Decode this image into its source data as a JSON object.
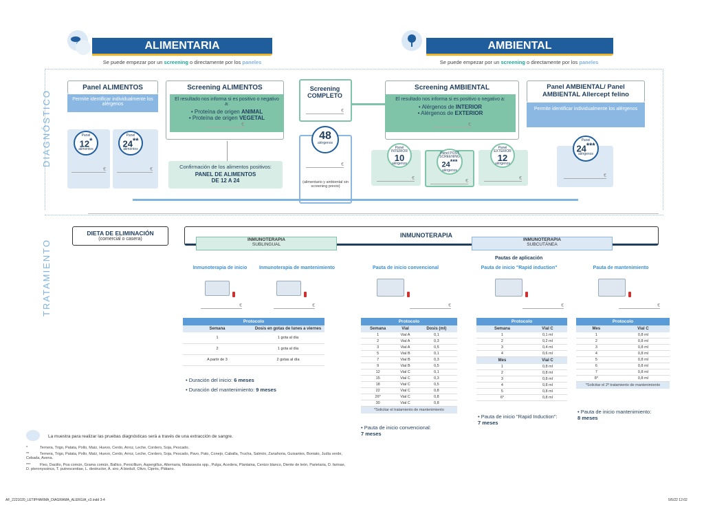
{
  "alimentaria": {
    "title": "ALIMENTARIA",
    "subtitle_pre": "Se puede empezar por un",
    "subtitle_k1": "screening",
    "subtitle_mid": "o directamente por los",
    "subtitle_k2": "paneles"
  },
  "ambiental": {
    "title": "AMBIENTAL",
    "subtitle_pre": "Se puede empezar por un",
    "subtitle_k1": "screening",
    "subtitle_mid": "o directamente por los",
    "subtitle_k2": "paneles"
  },
  "side_diag": "DIAGNÓSTICO",
  "side_trat": "TRATAMIENTO",
  "panel_alimentos": {
    "title": "Panel ALIMENTOS",
    "desc": "Permite identificar individualmente los alérgenos",
    "c1_pre": "Panel",
    "c1_num": "12",
    "c1_sup": "*",
    "c1_sub": "alimentos",
    "c2_pre": "Panel",
    "c2_num": "24",
    "c2_sup": "**",
    "c2_sub": "alimentos",
    "price": "€"
  },
  "screening_alimentos": {
    "title": "Screening ALIMENTOS",
    "text": "El resultado nos informa si es positivo o negativo a:",
    "b1_pre": "• Proteína de origen",
    "b1": "ANIMAL",
    "b2_pre": "• Proteína de origen",
    "b2": "VEGETAL",
    "price": "€",
    "confirm": "Confirmación de los alimentos positivos:",
    "confirm_b": "PANEL DE ALIMENTOS DE 12 A 24"
  },
  "screening_completo": {
    "title": "Screening COMPLETO",
    "price": "€",
    "c_num": "48",
    "c_sub": "alérgenos",
    "price2": "€",
    "note": "(alimentario y ambiental sin screening previo)"
  },
  "screening_ambiental": {
    "title": "Screening AMBIENTAL",
    "text": "El resultado nos informa si es positivo o negativo a:",
    "b1_pre": "• Alérgenos de",
    "b1": "INTERIOR",
    "b2_pre": "• Alérgenos de",
    "b2": "EXTERIOR",
    "price": "€",
    "int_pre": "Panel INTERIOR",
    "int_num": "10",
    "int_sub": "alérgenos",
    "post_pre": "Panel POST SCREENING",
    "post_num": "24",
    "post_sup": "***",
    "post_sub": "alérgenos",
    "ext_pre": "Panel EXTERIOR",
    "ext_num": "12",
    "ext_sub": "alérgenos"
  },
  "panel_ambiental": {
    "title": "Panel AMBIENTAL/ Panel AMBIENTAL Allercept felino",
    "desc": "Permite identificar individualmente los alérgenos",
    "c_pre": "Panel",
    "c_num": "24",
    "c_sup": "***",
    "c_sub": "alérgenos",
    "price": "€"
  },
  "dieta": {
    "title": "DIETA DE ELIMINACIÓN",
    "sub": "(comercial o casera)"
  },
  "inmuno": {
    "title": "INMUNOTERAPIA",
    "sub_label": "INMUNOTERAPIA",
    "sub_sub": "SUBLINGUAL",
    "subc_label": "INMUNOTERAPIA",
    "subc_sub": "SUBCUTÁNEA",
    "pautas": "Pautas de aplicación"
  },
  "products": [
    "Inmunoterapia de inicio",
    "Inmunoterapia de mantenimiento",
    "Pauta de inicio convencional",
    "Pauta de inicio \"Rapid induction\"",
    "Pauta de mantenimiento"
  ],
  "euro": "€",
  "t1": {
    "cap": "Protocolo",
    "h1": "Semana",
    "h2": "Dosis en gotas de lunes a viernes",
    "rows": [
      [
        "1",
        "1 gota al día"
      ],
      [
        "2",
        "1 gota al día"
      ],
      [
        "A partir de 3",
        "2 gotas al día"
      ]
    ],
    "b1_pre": "Duración del inicio:",
    "b1": "6 meses",
    "b2_pre": "Duración del mantenimiento:",
    "b2": "9 meses"
  },
  "t2": {
    "cap": "Protocolo",
    "h": [
      "Semana",
      "Vial",
      "Dosis (ml)"
    ],
    "rows": [
      [
        "1",
        "Vial A",
        "0,1"
      ],
      [
        "2",
        "Vial A",
        "0,3"
      ],
      [
        "3",
        "Vial A",
        "0,5"
      ],
      [
        "5",
        "Vial B",
        "0,1"
      ],
      [
        "7",
        "Vial B",
        "0,3"
      ],
      [
        "9",
        "Vial B",
        "0,5"
      ],
      [
        "12",
        "Vial C",
        "0,1"
      ],
      [
        "15",
        "Vial C",
        "0,3"
      ],
      [
        "18",
        "Vial C",
        "0,5"
      ],
      [
        "22",
        "Vial C",
        "0,8"
      ],
      [
        "26*",
        "Vial C",
        "0,8"
      ],
      [
        "30",
        "Vial C",
        "0,8"
      ]
    ],
    "note": "*Solicitar el tratamiento de mantenimiento",
    "b": "Pauta de inicio convencional:",
    "b2": "7 meses"
  },
  "t3": {
    "cap": "Protocolo",
    "h": [
      "Semana",
      "Vial C"
    ],
    "rows": [
      [
        "1",
        "0,1 ml"
      ],
      [
        "2",
        "0,2 ml"
      ],
      [
        "3",
        "0,4 ml"
      ],
      [
        "4",
        "0,6 ml"
      ]
    ],
    "h2": [
      "Mes",
      "Vial C"
    ],
    "rows2": [
      [
        "1",
        "0,8 ml"
      ],
      [
        "2",
        "0,8 ml"
      ],
      [
        "3",
        "0,8 ml"
      ],
      [
        "4",
        "0,8 ml"
      ],
      [
        "5",
        "0,8 ml"
      ],
      [
        "6*",
        "0,8 ml"
      ]
    ],
    "b": "Pauta de inicio \"Rapid Induction\":",
    "b2": "7 meses"
  },
  "t4": {
    "cap": "Protocolo",
    "h": [
      "Mes",
      "Vial C"
    ],
    "rows": [
      [
        "1",
        "0,8 ml"
      ],
      [
        "2",
        "0,8 ml"
      ],
      [
        "3",
        "0,8 ml"
      ],
      [
        "4",
        "0,8 ml"
      ],
      [
        "5",
        "0,8 ml"
      ],
      [
        "6",
        "0,8 ml"
      ],
      [
        "7",
        "0,8 ml"
      ],
      [
        "8*",
        "0,8 ml"
      ]
    ],
    "note": "*Solicitar el 2º tratamiento de mantenimiento",
    "b": "Pauta de inicio mantenimiento:",
    "b2": "8 meses"
  },
  "footer": {
    "sample": "La muestra para realizar las pruebas diagnósticas será a través de una extracción de sangre.",
    "n1_mark": "*",
    "n1": "Ternera, Trigo, Patata, Pollo, Maíz, Huevo, Cerdo, Arroz, Leche, Cordero, Soja, Pescado.",
    "n2_mark": "**",
    "n2": "Ternera, Trigo, Patata, Pollo, Maíz, Huevo, Cerdo, Arroz, Leche, Cordero, Soja, Pescado, Pavo, Pato, Conejo, Caballa, Trucha, Salmón, Zanahoria, Guisantes, Boniato, Judía verde, Cebada, Avena.",
    "n3_mark": "***",
    "n3": "Fleo, Dactilo, Poa común, Grama común, Ballico, Penicillium, Aspergillus, Alternaria, Malassezia spp., Pulga, Acedera, Plantaina, Cenizo blanco, Diente de león, Parietaria, D. farinae, D. pteronyssinus, T. putrescentiae, L. destructor, A. siro, A biedulí, Olivo, Ciprés, Plátano.",
    "file": "AF_2221020_LETIPHARMA_DIAGRAMA_ALERGIA_v3.indd 3-4",
    "date": "5/5/22 12:02"
  }
}
